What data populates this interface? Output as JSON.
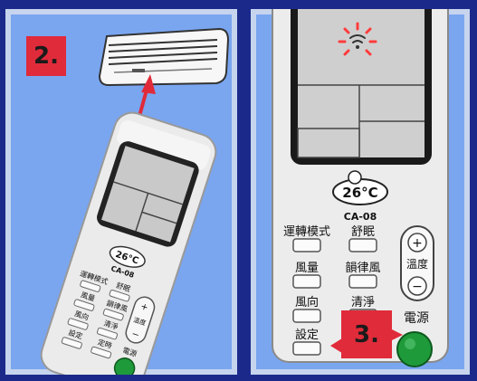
{
  "steps": {
    "step2": "2.",
    "step3": "3."
  },
  "remote": {
    "model": "CA-08",
    "logo_text": "26°C",
    "buttons": {
      "mode": "運轉模式",
      "sleep": "舒眠",
      "fan_speed": "風量",
      "rhythm_wind": "韻律風",
      "fan_direction": "風向",
      "clean": "清淨",
      "setting": "設定",
      "timer": "定時",
      "temperature": "溫度",
      "power": "電源",
      "plus": "+",
      "minus": "−"
    }
  },
  "colors": {
    "background": "#7aa6f0",
    "step_badge": "#e02b3a",
    "arrow": "#e02b3a",
    "power_button": "#1f9a3a",
    "signal_icon": "#ff3b3b"
  },
  "icons": [
    "air-conditioner-icon",
    "signal-transmit-icon",
    "remote-control-icon"
  ]
}
